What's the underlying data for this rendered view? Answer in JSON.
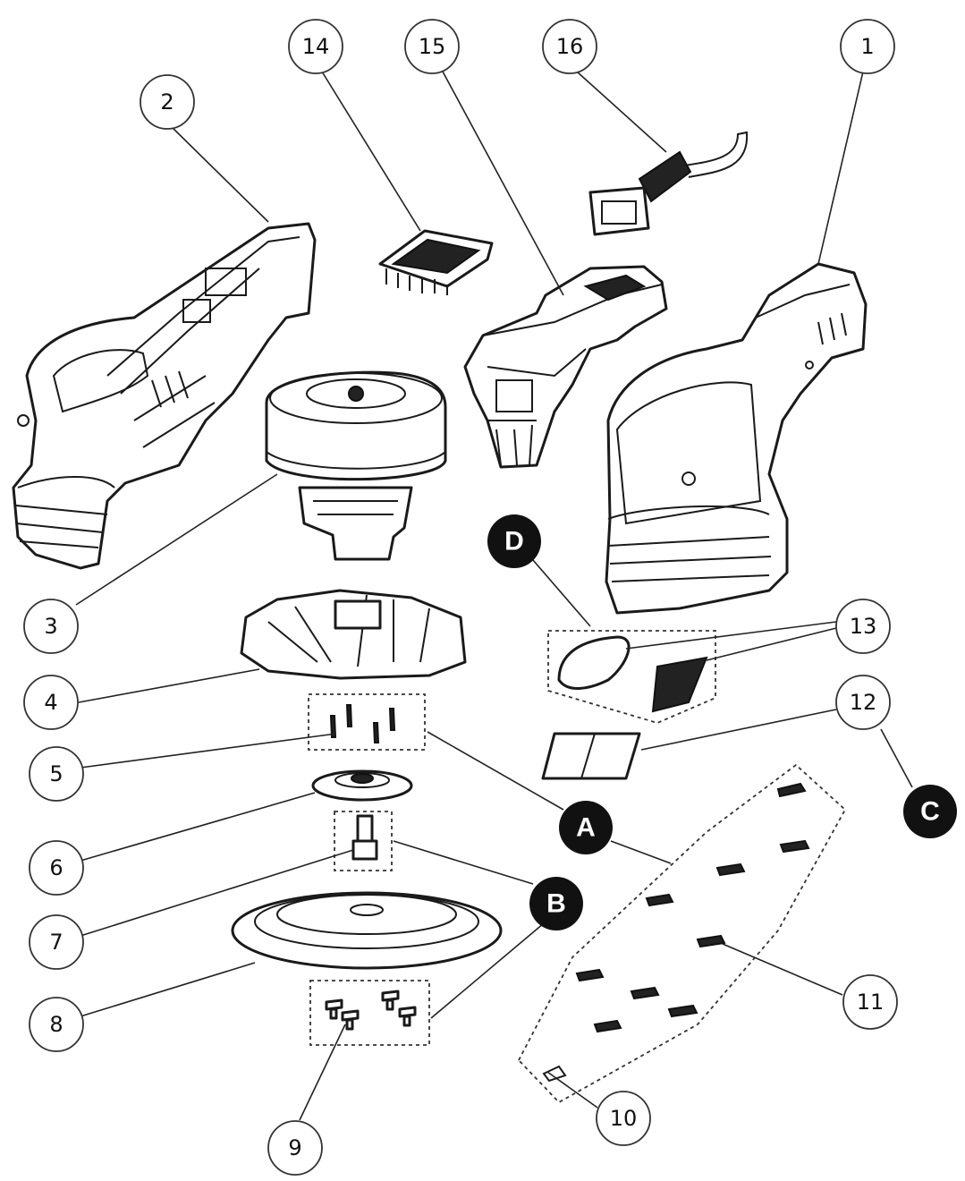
{
  "part_callouts": [
    {
      "id": "1",
      "label": "1"
    },
    {
      "id": "2",
      "label": "2"
    },
    {
      "id": "3",
      "label": "3"
    },
    {
      "id": "4",
      "label": "4"
    },
    {
      "id": "5",
      "label": "5"
    },
    {
      "id": "6",
      "label": "6"
    },
    {
      "id": "7",
      "label": "7"
    },
    {
      "id": "8",
      "label": "8"
    },
    {
      "id": "9",
      "label": "9"
    },
    {
      "id": "10",
      "label": "10"
    },
    {
      "id": "11",
      "label": "11"
    },
    {
      "id": "12",
      "label": "12"
    },
    {
      "id": "13",
      "label": "13"
    },
    {
      "id": "14",
      "label": "14"
    },
    {
      "id": "15",
      "label": "15"
    },
    {
      "id": "16",
      "label": "16"
    }
  ],
  "group_labels": [
    {
      "id": "A",
      "label": "A"
    },
    {
      "id": "B",
      "label": "B"
    },
    {
      "id": "C",
      "label": "C"
    },
    {
      "id": "D",
      "label": "D"
    }
  ],
  "colors": {
    "line": "#1a1a1a",
    "group_badge": "#111111",
    "background": "#ffffff"
  }
}
